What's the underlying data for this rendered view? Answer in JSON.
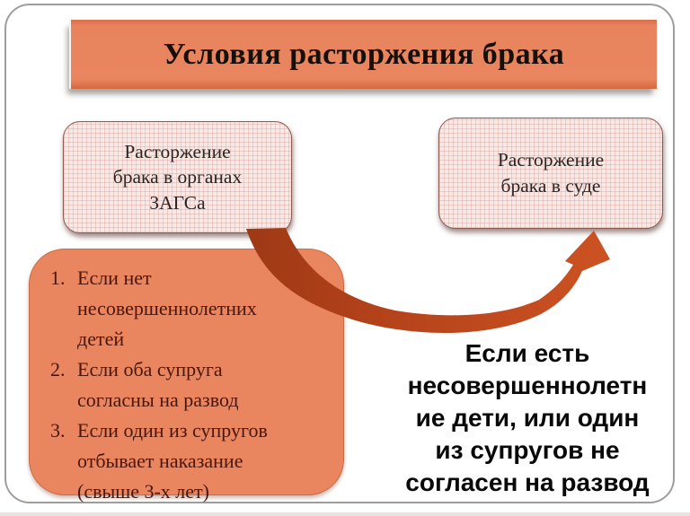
{
  "slide": {
    "title": "Условия расторжения брака",
    "box_zags": {
      "lines": [
        "Расторжение",
        "брака в органах",
        "ЗАГСа"
      ]
    },
    "box_court": {
      "lines": [
        "Расторжение",
        "брака в суде"
      ]
    },
    "conditions_zags": {
      "items": [
        {
          "number": "1.",
          "text": "Если нет несовершеннолетних детей",
          "lines": [
            "Если нет",
            "несовершеннолетних",
            "детей"
          ]
        },
        {
          "number": "2.",
          "text": "Если оба супруга согласны на развод",
          "lines": [
            "Если оба супруга",
            "согласны на развод"
          ]
        },
        {
          "number": "3.",
          "text": "Если один из супругов отбывает наказание (свыше 3-х лет)",
          "lines": [
            "Если один из супругов",
            "отбывает наказание",
            "(свыше 3-х лет)"
          ]
        }
      ]
    },
    "court_note": {
      "text": "Если есть несовершеннолетние дети, или один из супругов не согласен на развод",
      "lines": [
        "Если есть",
        "несовершеннолетн",
        "ие дети, или один",
        "из супругов не",
        "согласен на развод"
      ]
    },
    "colors": {
      "salmon_fill": "#E9855F",
      "pink_fill": "#F8E9E6",
      "pink_border": "#8E5A4E",
      "arrow_dark": "#9E3915",
      "arrow_light": "#CC5222",
      "list_text": "#4A170D",
      "note_text": "#090909",
      "frame_border": "#9E9E9E"
    }
  }
}
